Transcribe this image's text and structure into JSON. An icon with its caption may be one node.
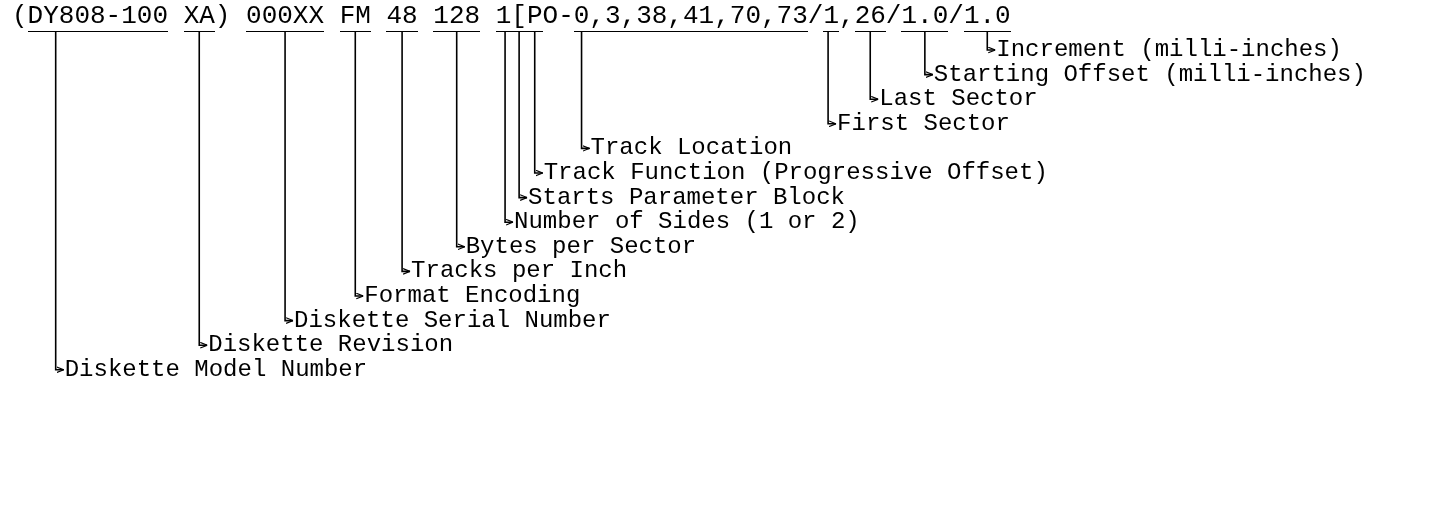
{
  "diagram": {
    "nodes": [
      {
        "text": [
          "(DY808-100"
        ]
      },
      {
        "text": [
          "XA)"
        ]
      },
      {
        "text": [
          "000XX"
        ]
      },
      {
        "text": [
          "FM"
        ]
      },
      {
        "text": [
          "48"
        ]
      },
      {
        "text": [
          "128"
        ]
      },
      {
        "text": [
          "1"
        ]
      },
      {
        "text": [
          "["
        ]
      },
      {
        "text": [
          "PO-"
        ]
      },
      {
        "text": [
          "0,3,38,41,70,73"
        ]
      },
      {
        "text": [
          "/1"
        ]
      },
      {
        "text": [
          ",26"
        ]
      },
      {
        "text": [
          "/1.0"
        ]
      },
      {
        "text": [
          "/1.0"
        ]
      },
      {
        "text": [
          "Increment (milli-inches)"
        ]
      },
      {
        "text": [
          "Starting Offset (milli-inches)"
        ]
      },
      {
        "text": [
          "Last Sector"
        ]
      },
      {
        "text": [
          "First Sector"
        ]
      },
      {
        "text": [
          "Track Location"
        ]
      },
      {
        "text": [
          "Track Function (Progressive Offset)"
        ]
      },
      {
        "text": [
          "Starts Parameter Block"
        ]
      },
      {
        "text": [
          "Number of Sides (1 or 2)"
        ]
      },
      {
        "text": [
          "Bytes per Sector"
        ]
      },
      {
        "text": [
          "Tracks per Inch"
        ]
      },
      {
        "text": [
          "Format Encoding"
        ]
      },
      {
        "text": [
          "Diskette Serial Number"
        ]
      },
      {
        "text": [
          "Diskette Revision"
        ]
      },
      {
        "text": [
          "Diskette Model Number"
        ]
      }
    ],
    "edges": [
      {
        "from": 13,
        "to": 14,
        "arrow": "to"
      },
      {
        "from": 12,
        "to": 15,
        "arrow": "to"
      },
      {
        "from": 11,
        "to": 16,
        "arrow": "to"
      },
      {
        "from": 10,
        "to": 17,
        "arrow": "to"
      },
      {
        "from": 9,
        "to": 18,
        "arrow": "to"
      },
      {
        "from": 8,
        "to": 19,
        "arrow": "to"
      },
      {
        "from": 7,
        "to": 20,
        "arrow": "to"
      },
      {
        "from": 6,
        "to": 21,
        "arrow": "to"
      },
      {
        "from": 5,
        "to": 22,
        "arrow": "to"
      },
      {
        "from": 4,
        "to": 23,
        "arrow": "to"
      },
      {
        "from": 3,
        "to": 24,
        "arrow": "to"
      },
      {
        "from": 2,
        "to": 25,
        "arrow": "to"
      },
      {
        "from": 1,
        "to": 26,
        "arrow": "to"
      },
      {
        "from": 0,
        "to": 27,
        "arrow": "to"
      }
    ]
  }
}
